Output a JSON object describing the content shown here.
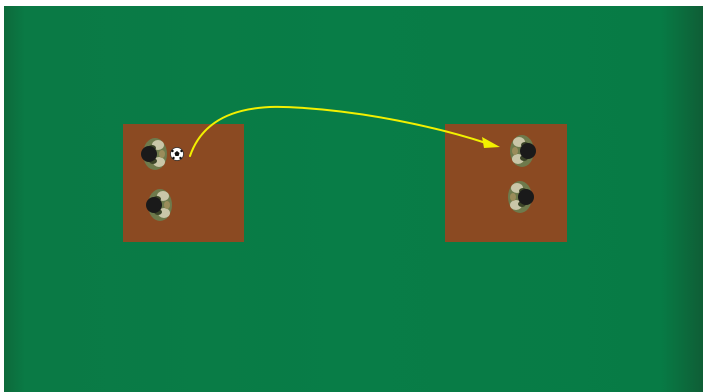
{
  "scene": {
    "type": "soccer-drill-diagram",
    "colors": {
      "pitch": "#087d47",
      "zone": "#8b4a22",
      "arrow": "#f2f000",
      "player_uniform": "camouflage",
      "player_head": "#1a1a1a"
    },
    "zones": [
      {
        "name": "left-grid"
      },
      {
        "name": "right-grid"
      }
    ],
    "players": [
      {
        "name": "player-left-top",
        "facing": "left",
        "has_ball": true
      },
      {
        "name": "player-left-bottom",
        "facing": "left",
        "has_ball": false
      },
      {
        "name": "player-right-top",
        "facing": "right",
        "has_ball": false
      },
      {
        "name": "player-right-bottom",
        "facing": "right",
        "has_ball": false
      }
    ],
    "pass_arrow": {
      "from": "player-left-top",
      "to": "right-grid",
      "style": "curved"
    },
    "icons": [
      "soccer-ball-icon",
      "arrowhead-icon"
    ]
  }
}
